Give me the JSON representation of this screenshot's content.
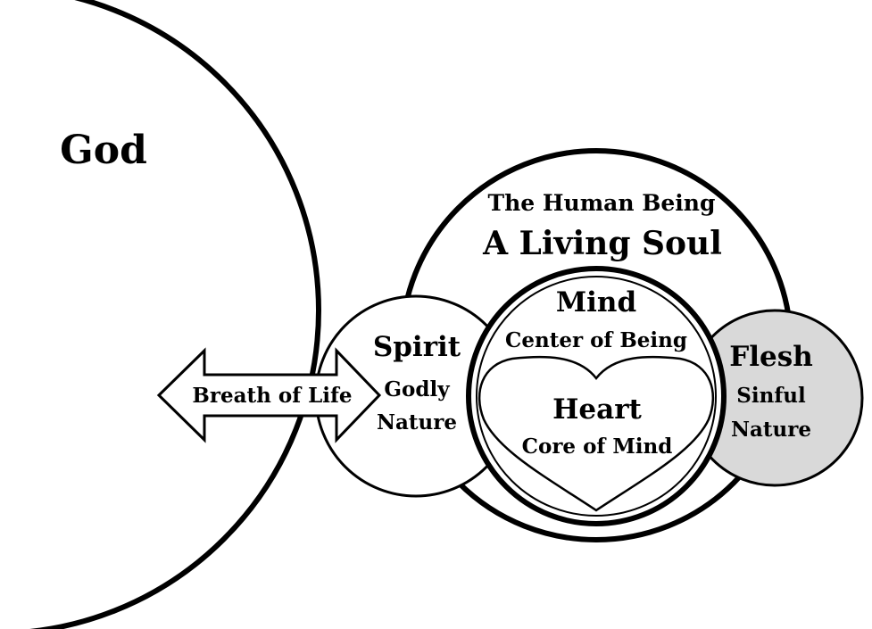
{
  "god": {
    "label": "God"
  },
  "human_being": {
    "title": "The Human Being",
    "subtitle": "A Living Soul"
  },
  "breath": {
    "label": "Breath of Life"
  },
  "spirit": {
    "title": "Spirit",
    "line1": "Godly",
    "line2": "Nature"
  },
  "mind": {
    "title": "Mind",
    "subtitle": "Center of Being"
  },
  "heart": {
    "title": "Heart",
    "subtitle": "Core of Mind"
  },
  "flesh": {
    "title": "Flesh",
    "line1": "Sinful",
    "line2": "Nature"
  },
  "colors": {
    "stroke": "#000000",
    "background": "#ffffff",
    "flesh_fill": "#d9d9d9"
  }
}
